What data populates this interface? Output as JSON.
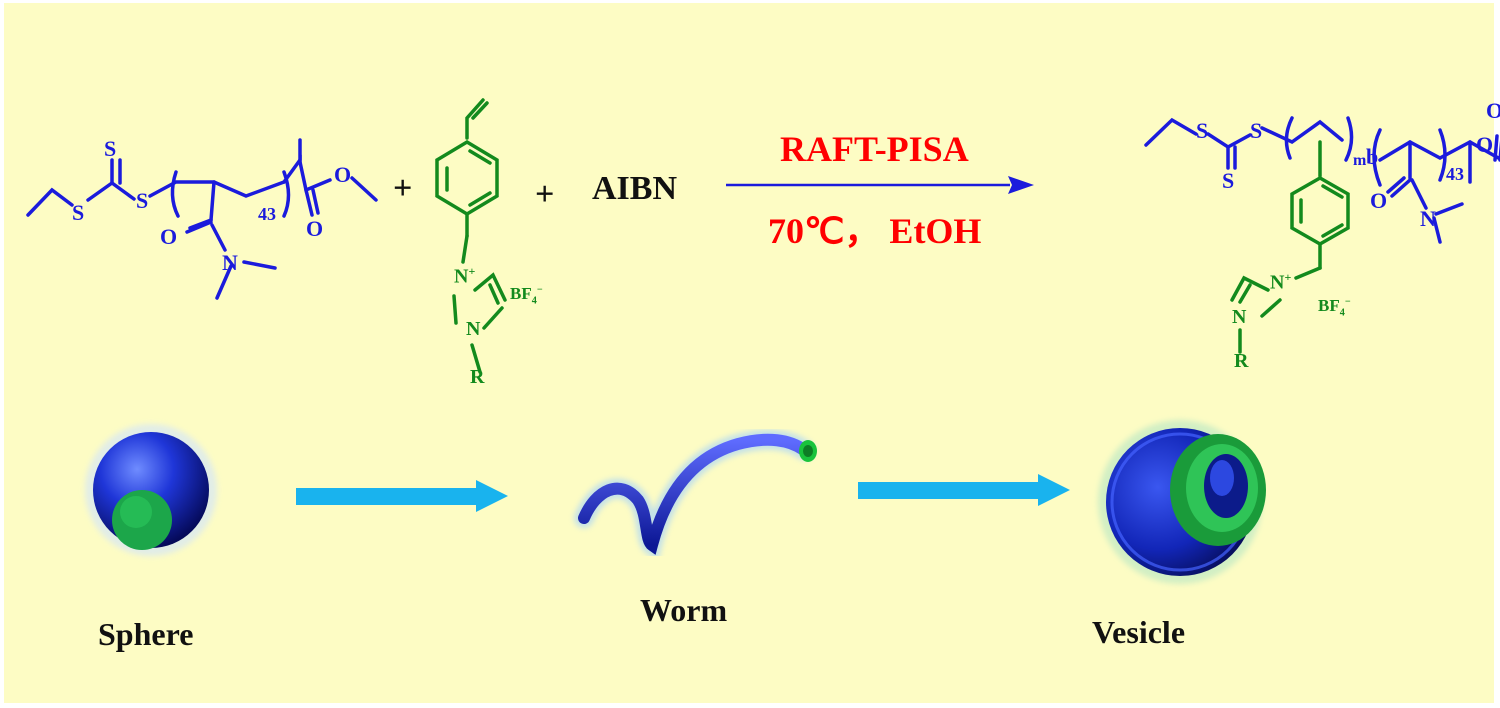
{
  "reaction": {
    "plus_1": "+",
    "plus_2": "+",
    "initiator": "AIBN",
    "arrow_top_label": "RAFT-PISA",
    "arrow_bottom_label": "70℃， EtOH"
  },
  "macro_cta": {
    "S_top": "S",
    "S_left": "S",
    "S_right": "S",
    "repeat_n": "43",
    "O_amide": "O",
    "N_amide": "N",
    "O_ester_up": "O",
    "O_ester_down": "O"
  },
  "monomer": {
    "N_plus": "N",
    "plus_charge": "+",
    "N": "N",
    "R": "R",
    "counterion_main": "BF",
    "counterion_sub": "4",
    "counterion_sup": "−"
  },
  "product": {
    "S_left": "S",
    "S_right": "S",
    "S_down": "S",
    "block_m": "m",
    "block_b": "b",
    "repeat_n": "43",
    "O_amide": "O",
    "N_amide": "N",
    "O_ester_up": "O",
    "O_ester_right": "O",
    "N_plus": "N",
    "plus_charge": "+",
    "N": "N",
    "R": "R",
    "counterion_main": "BF",
    "counterion_sub": "4",
    "counterion_sup": "−"
  },
  "morphologies": [
    {
      "label": "Sphere",
      "icon": "sphere-icon"
    },
    {
      "label": "Worm",
      "icon": "worm-icon"
    },
    {
      "label": "Vesicle",
      "icon": "vesicle-icon"
    }
  ],
  "colors": {
    "background": "#fdfcc4",
    "macro_cta": "#1b1bdc",
    "monomer": "#138a1d",
    "reaction_condition": "#ff0000",
    "transition_arrow": "#19b3ee"
  }
}
